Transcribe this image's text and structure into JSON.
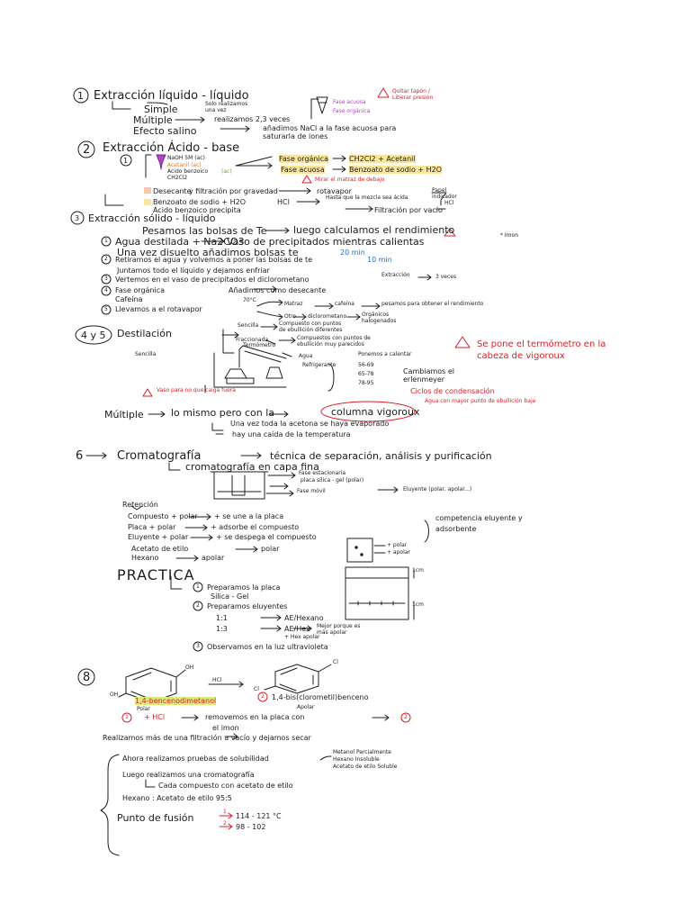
{
  "s1": {
    "num": "1",
    "title": "Extracción líquido - líquido",
    "simple": "Simple",
    "simple_note": "Solo realizamos una vez",
    "multiple": "Múltiple",
    "multiple_note": "realizamos 2,3 veces",
    "salino": "Efecto salino",
    "salino_note": "añadimos NaCl a la fase acuosa para saturarla de iones",
    "fig_top": "Fase acuosa",
    "fig_bottom": "Fase orgánica",
    "warning": "Quitar tapón / Liberar presión"
  },
  "s2": {
    "num": "2",
    "title": "Extracción Ácido - base",
    "sub": "1",
    "left1": "NaOH 5M (ac)",
    "left2": "Acetanil (ac)",
    "left3": "Ácido benzoico",
    "left4": "CH2Cl2",
    "left5": "(ac)",
    "org": "Fase orgánica",
    "org_res": "CH2Cl2 + Acetanil",
    "aq": "Fase acuosa",
    "aq_res": "Benzoato de sodio + H2O",
    "warn": "Mirar el matraz de debajo",
    "desecante": "Desecante",
    "desecante_rest": "y filtración por gravedad",
    "rotavapor": "rotavapor",
    "benzoato": "Benzoato de sodio + H2O",
    "hcl": "HCl",
    "benzoato_note": "Hasta que la mezcla sea ácida",
    "acido": "Ácido benzoico precipita",
    "filtracion": "Filtración por vacío",
    "hcl2": "HCl",
    "papel": "Papel indicador"
  },
  "s3": {
    "num": "3",
    "title": "Extracción sólido - líquido",
    "l1": "Pesamos las bolsas de Te",
    "l1b": "luego calculamos el rendimiento",
    "n1": "1",
    "l2": "Agua destilada + Na2CO3",
    "l2b": "Vaso de precipitados mientras calientas",
    "imon": "* Imon",
    "l3": "Una vez disuelto añadimos bolsas te",
    "t20": "20 min",
    "n2": "2",
    "l4": "Retiramos el agua y volvemos a poner las bolsas de te",
    "t10": "10 min",
    "l5": "Juntamos todo el líquido y dejamos enfriar",
    "n3": "3",
    "l6": "Vertemos en el vaso de precipitados el diclorometano",
    "l6b": "Extracción",
    "l6c": "3 veces",
    "n4": "4",
    "l7": "Fase orgánica",
    "l7b": "Cafeína",
    "l7c": "Añadimos como desecante",
    "n5": "5",
    "l8": "Llevamos a el rotavapor",
    "t70": "70°C",
    "m1": "Matraz",
    "m1b": "cafeína",
    "m1c": "pesamos para obtener el rendimiento",
    "m2": "Otro",
    "m2b": "diclorometano",
    "m2c": "Orgánicos halogenados"
  },
  "s4": {
    "num": "4 y 5",
    "title": "Destilación",
    "sencilla": "Sencilla",
    "sencilla_b": "Compuesto con puntos de ebullición diferentes",
    "fraccionada": "Fraccionada",
    "fraccionada_b": "Compuestos con puntos de ebullición muy parecidos",
    "lbl_sencilla": "Sencilla",
    "termometro": "Termómetro",
    "agua": "Agua",
    "refrigerante": "Refrigerante",
    "warn": "Se pone el termómetro en la cabeza de vigoroux",
    "ponemos": "Ponemos a calentar",
    "r1": "56-69",
    "r2": "65-78",
    "r3": "78-95",
    "cambiamos": "Cambiamos el erlenmeyer",
    "ciclos": "Ciclos de condensación",
    "agua_mayor": "Agua con mayor punto de ebullición baje",
    "vaso_warn": "Vaso para no que caiga fuera",
    "multiple": "Múltiple",
    "multiple_b": "lo mismo pero con la",
    "columna": "columna vigoroux",
    "l2": "Una vez toda la acetona se haya evaporado",
    "l3": "hay una caída de la temperatura"
  },
  "s6": {
    "num": "6",
    "title": "Cromatografía",
    "title_b": "técnica de separación, análisis y purificación",
    "cc": "cromatografía en capa fina",
    "fase_est": "Fase estacionaria",
    "placa": "placa sílica - gel (polar)",
    "fase_movil": "Fase móvil",
    "eluyente": "Eluyente (polar, apolar...)",
    "retencion": "Retención",
    "r1": "Compuesto + polar",
    "r1b": "+ se une a la placa",
    "r2": "Placa + polar",
    "r2b": "+ adsorbe el compuesto",
    "r3": "Eluyente + polar",
    "r3b": "+ se despega el compuesto",
    "comp": "competencia eluyente y adsorbente",
    "acetato": "Acetato de etilo",
    "acetato_b": "polar",
    "hexano": "Hexano",
    "hexano_b": "apolar",
    "mas_polar": "+ polar",
    "menos_polar": "+ apolar"
  },
  "practica": {
    "title": "PRACTICA",
    "n1": "1",
    "p1": "Preparamos la placa",
    "p1b": "Sílica - Gel",
    "n2": "2",
    "p2": "Preparamos eluyentes",
    "p2a": "1:1",
    "p2b": "AE/Hexano",
    "p2c": "1:3",
    "p2d": "AE/Hex",
    "p2e": "+ Hex apolar",
    "p2f": "Mejor porque es más apolar",
    "n3": "3",
    "p3": "Observamos en la luz ultravioleta",
    "cm1": "1cm",
    "cm2": "1cm",
    "cm1_note": "1cm"
  },
  "s8": {
    "num": "8",
    "oh1": "OH",
    "oh2": "OH",
    "hcl": "HCl",
    "cl1": "Cl",
    "cl2": "Cl",
    "compound1": "1,4-bencenodimetanol",
    "polar": "Polar",
    "c2num": "2",
    "compound2": "1,4-bis(clorometil)benceno",
    "apolar": "Apolar",
    "c1num": "1",
    "plus_hcl": "+ HCl",
    "remove": "removemos en la placa con",
    "c2b": "2",
    "imon": "el imon",
    "final": "Realizamos más de una filtración a vacío y dejamos secar"
  },
  "bottom": {
    "b1": "Ahora realizamos pruebas de solubilidad",
    "sol1": "Metanol  Parcialmente",
    "sol2": "Hexano  Insoluble",
    "sol3": "Acetato de etilo  Soluble",
    "b2": "Luego realizamos una cromatografía",
    "b3": "Cada compuesto con acetato de etilo",
    "b4": "Hexano : Acetato de etilo 95:5",
    "b5": "Punto de fusión",
    "f1": "1",
    "f1v": "114 - 121 °C",
    "f2": "2",
    "f2v": "98 - 102"
  },
  "colors": {
    "ink": "#1c1c1c",
    "red": "#d8202a",
    "orange": "#e07a1a",
    "blue": "#1f6fd1",
    "green": "#6aa03a",
    "highlight_yellow": "#fbe59a"
  },
  "icons": [
    "warning-triangle-icon",
    "separatory-funnel-icon",
    "distillation-apparatus-icon",
    "tlc-plate-icon"
  ]
}
